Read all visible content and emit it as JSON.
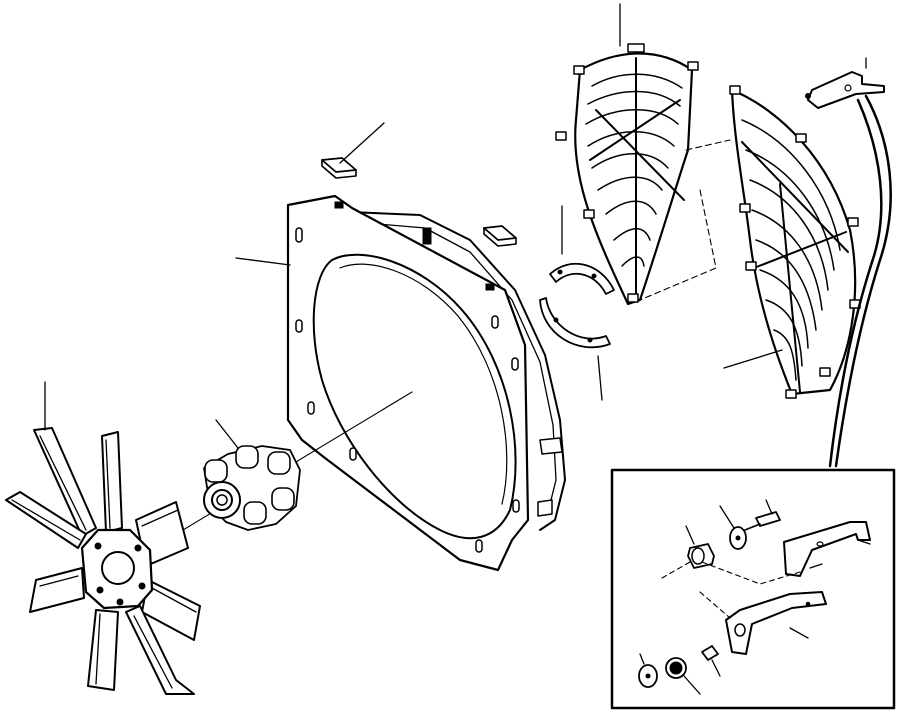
{
  "diagram": {
    "type": "exploded-parts-view",
    "parts": [
      {
        "id": "fan",
        "name": "fan-blade-assembly",
        "callout_shown": true
      },
      {
        "id": "spacer",
        "name": "fan-spacer",
        "callout_shown": true
      },
      {
        "id": "shroud",
        "name": "fan-shroud",
        "callout_shown": true
      },
      {
        "id": "pad_upper",
        "name": "shroud-pad-upper",
        "callout_shown": true
      },
      {
        "id": "pad_right",
        "name": "shroud-pad-right",
        "callout_shown": false
      },
      {
        "id": "ring",
        "name": "split-ring-halves",
        "callout_shown": true
      },
      {
        "id": "guard_upper",
        "name": "fan-guard-upper",
        "callout_shown": true
      },
      {
        "id": "guard_lower",
        "name": "fan-guard-lower",
        "callout_shown": true
      },
      {
        "id": "bracket",
        "name": "guard-mounting-bracket",
        "callout_shown": false
      }
    ],
    "detail_inset": {
      "parts": [
        "bolt",
        "washer",
        "grommet",
        "bracket-upper",
        "bracket-lower",
        "nut",
        "sleeve",
        "flat-washer"
      ]
    },
    "colors": {
      "line": "#000000",
      "background": "#ffffff"
    }
  }
}
